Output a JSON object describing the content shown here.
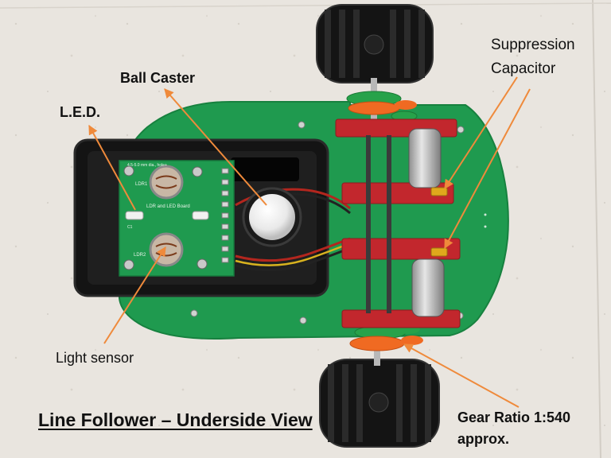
{
  "figure": {
    "title": "Line Follower – Underside View",
    "board_silkscreen": {
      "line1": "4.5-5.0 mm dia., hole+",
      "ldr1": "LDR1",
      "ldr2": "LDR2",
      "c1": "C1",
      "board_name": "LDR and LED Board"
    },
    "annotations": {
      "ball_caster": "Ball Caster",
      "led": "L.E.D.",
      "suppression_line1": "Suppression",
      "suppression_line2": "Capacitor",
      "light_sensor": "Light sensor",
      "gear_ratio_line1": "Gear Ratio 1:540",
      "gear_ratio_line2": "approx."
    },
    "colors": {
      "pcb_green": "#1f9a4f",
      "motor_bracket_red": "#c2272d",
      "gear_orange": "#f06a22",
      "gear_green": "#27a24a",
      "arrow_orange": "#ef8a3b",
      "enclosure_black": "#141414"
    }
  }
}
